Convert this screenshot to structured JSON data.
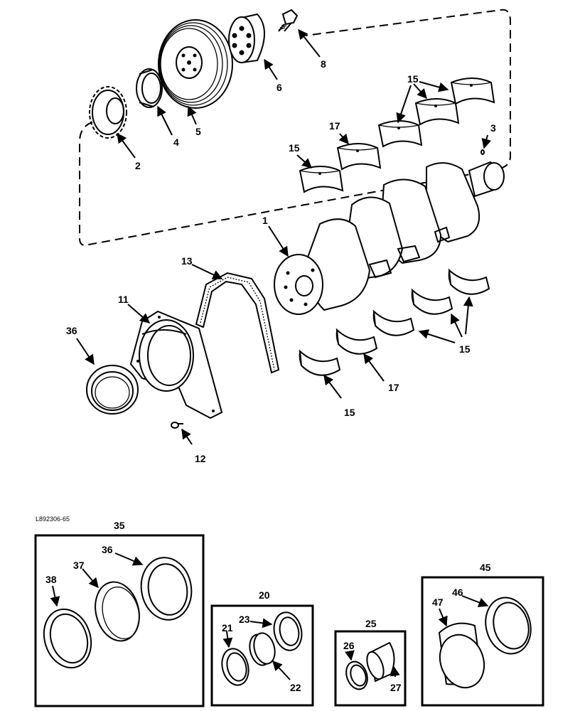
{
  "figure_code": "L892306-65",
  "callouts": {
    "c1": "1",
    "c2": "2",
    "c3": "3",
    "c4": "4",
    "c5": "5",
    "c6": "6",
    "c8": "8",
    "c11": "11",
    "c12": "12",
    "c13": "13",
    "c15_top": "15",
    "c15_left": "15",
    "c15_right": "15",
    "c15_bottom": "15",
    "c17_top": "17",
    "c17_bottom": "17",
    "c36": "36"
  },
  "kits": [
    {
      "id": "35",
      "parts": [
        "36",
        "37",
        "38"
      ]
    },
    {
      "id": "20",
      "parts": [
        "21",
        "22",
        "23"
      ]
    },
    {
      "id": "25",
      "parts": [
        "26",
        "27"
      ]
    },
    {
      "id": "45",
      "parts": [
        "46",
        "47"
      ]
    }
  ]
}
